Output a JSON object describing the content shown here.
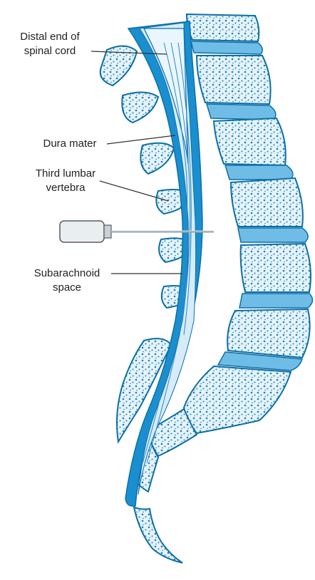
{
  "labels": {
    "spinal_cord_line1": "Distal end of",
    "spinal_cord_line2": "spinal cord",
    "dura_mater": "Dura mater",
    "vertebra_line1": "Third lumbar",
    "vertebra_line2": "vertebra",
    "subarachnoid_line1": "Subarachnoid",
    "subarachnoid_line2": "space"
  },
  "colors": {
    "dura_blue": "#1a8fd0",
    "bone_light": "#d6ecf8",
    "disc_blue": "#6fbde6",
    "cord_fill": "#eaf6fd",
    "outline": "#0c6fa6",
    "needle": "#9aa5ad"
  },
  "icons": {
    "needle": "syringe-needle-icon"
  }
}
